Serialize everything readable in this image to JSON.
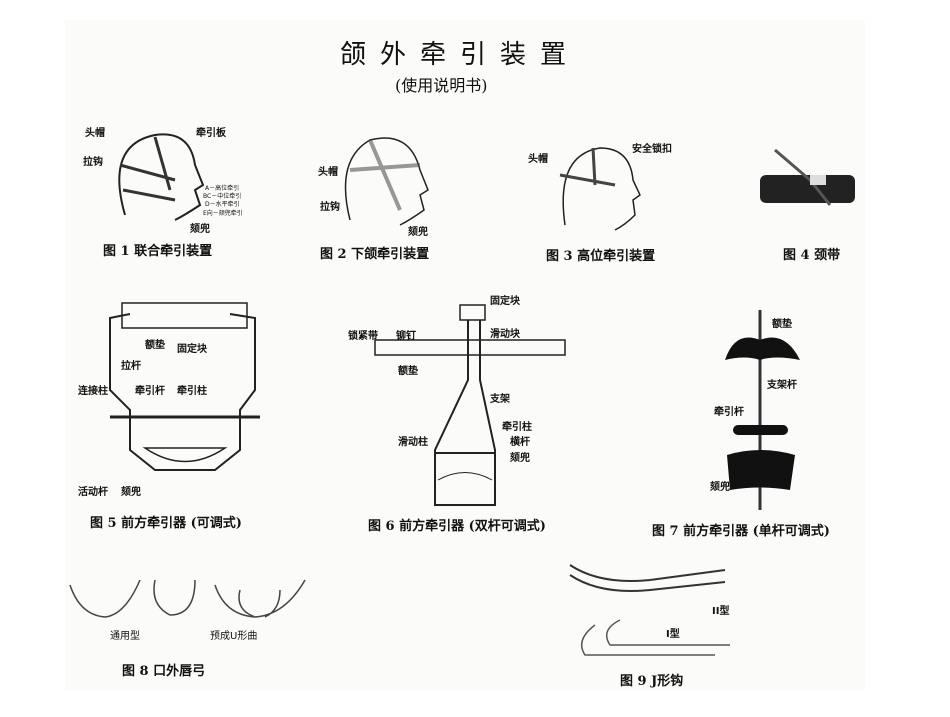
{
  "title": "颌外牵引装置",
  "subtitle": "(使用说明书)",
  "fig1": {
    "caption": "图 1  联合牵引装置",
    "labels": [
      "头帽",
      "牵引板",
      "拉钩",
      "颏兜"
    ],
    "legend": [
      "A－高位牵引",
      "BC－中位牵引",
      "D－水平牵引",
      "E向－颏兜牵引"
    ]
  },
  "fig2": {
    "caption": "图 2  下颌牵引装置",
    "labels": [
      "头帽",
      "拉钩",
      "颏兜"
    ]
  },
  "fig3": {
    "caption": "图 3  高位牵引装置",
    "labels": [
      "头帽",
      "安全锁扣"
    ]
  },
  "fig4": {
    "caption": "图 4  颈带"
  },
  "fig5": {
    "caption": "图 5  前方牵引器 (可调式)",
    "labels": [
      "额垫",
      "固定块",
      "拉杆",
      "连接柱",
      "牵引杆",
      "牵引柱",
      "活动杆",
      "颏兜"
    ]
  },
  "fig6": {
    "caption": "图 6  前方牵引器 (双杆可调式)",
    "labels": [
      "固定块",
      "锁紧带",
      "铆钉",
      "滑动块",
      "额垫",
      "支架",
      "牵引柱",
      "滑动柱",
      "横杆",
      "颏兜"
    ]
  },
  "fig7": {
    "caption": "图 7  前方牵引器  (单杆可调式)",
    "labels": [
      "额垫",
      "支架杆",
      "牵引杆",
      "颏兜"
    ]
  },
  "fig8": {
    "caption": "图  8  口外唇弓",
    "labels": [
      "通用型",
      "预成U形曲"
    ]
  },
  "fig9": {
    "caption": "图  9  J形钩",
    "labels": [
      "II型",
      "I型"
    ]
  }
}
